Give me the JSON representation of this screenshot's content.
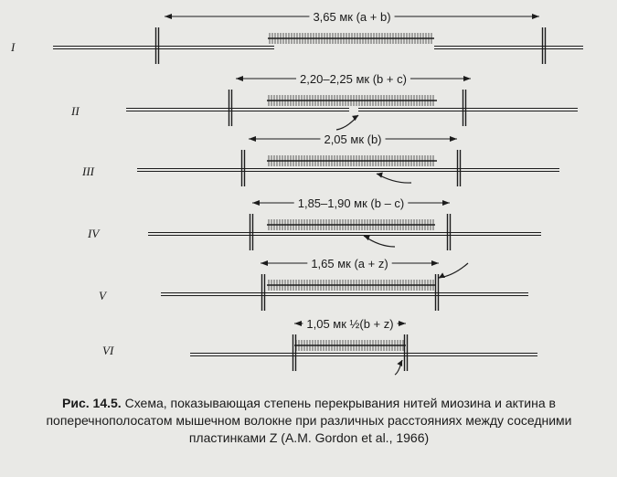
{
  "rows": [
    {
      "numeral": "I",
      "measurement": "3,65 мк (a + b)"
    },
    {
      "numeral": "II",
      "measurement": "2,20–2,25 мк (b + c)"
    },
    {
      "numeral": "III",
      "measurement": "2,05 мк (b)"
    },
    {
      "numeral": "IV",
      "measurement": "1,85–1,90 мк (b – c)"
    },
    {
      "numeral": "V",
      "measurement": "1,65 мк (a + z)"
    },
    {
      "numeral": "VI",
      "measurement": "1,05 мк ½(b + z)"
    }
  ],
  "caption": {
    "figure_label": "Рис. 14.5.",
    "text": "Схема, показывающая степень перекрывания нитей миозина и актина в поперечнополосатом мышечном волокне при различных расстояниях между соседними пластинками Z (A.M. Gordon et al., 1966)"
  }
}
